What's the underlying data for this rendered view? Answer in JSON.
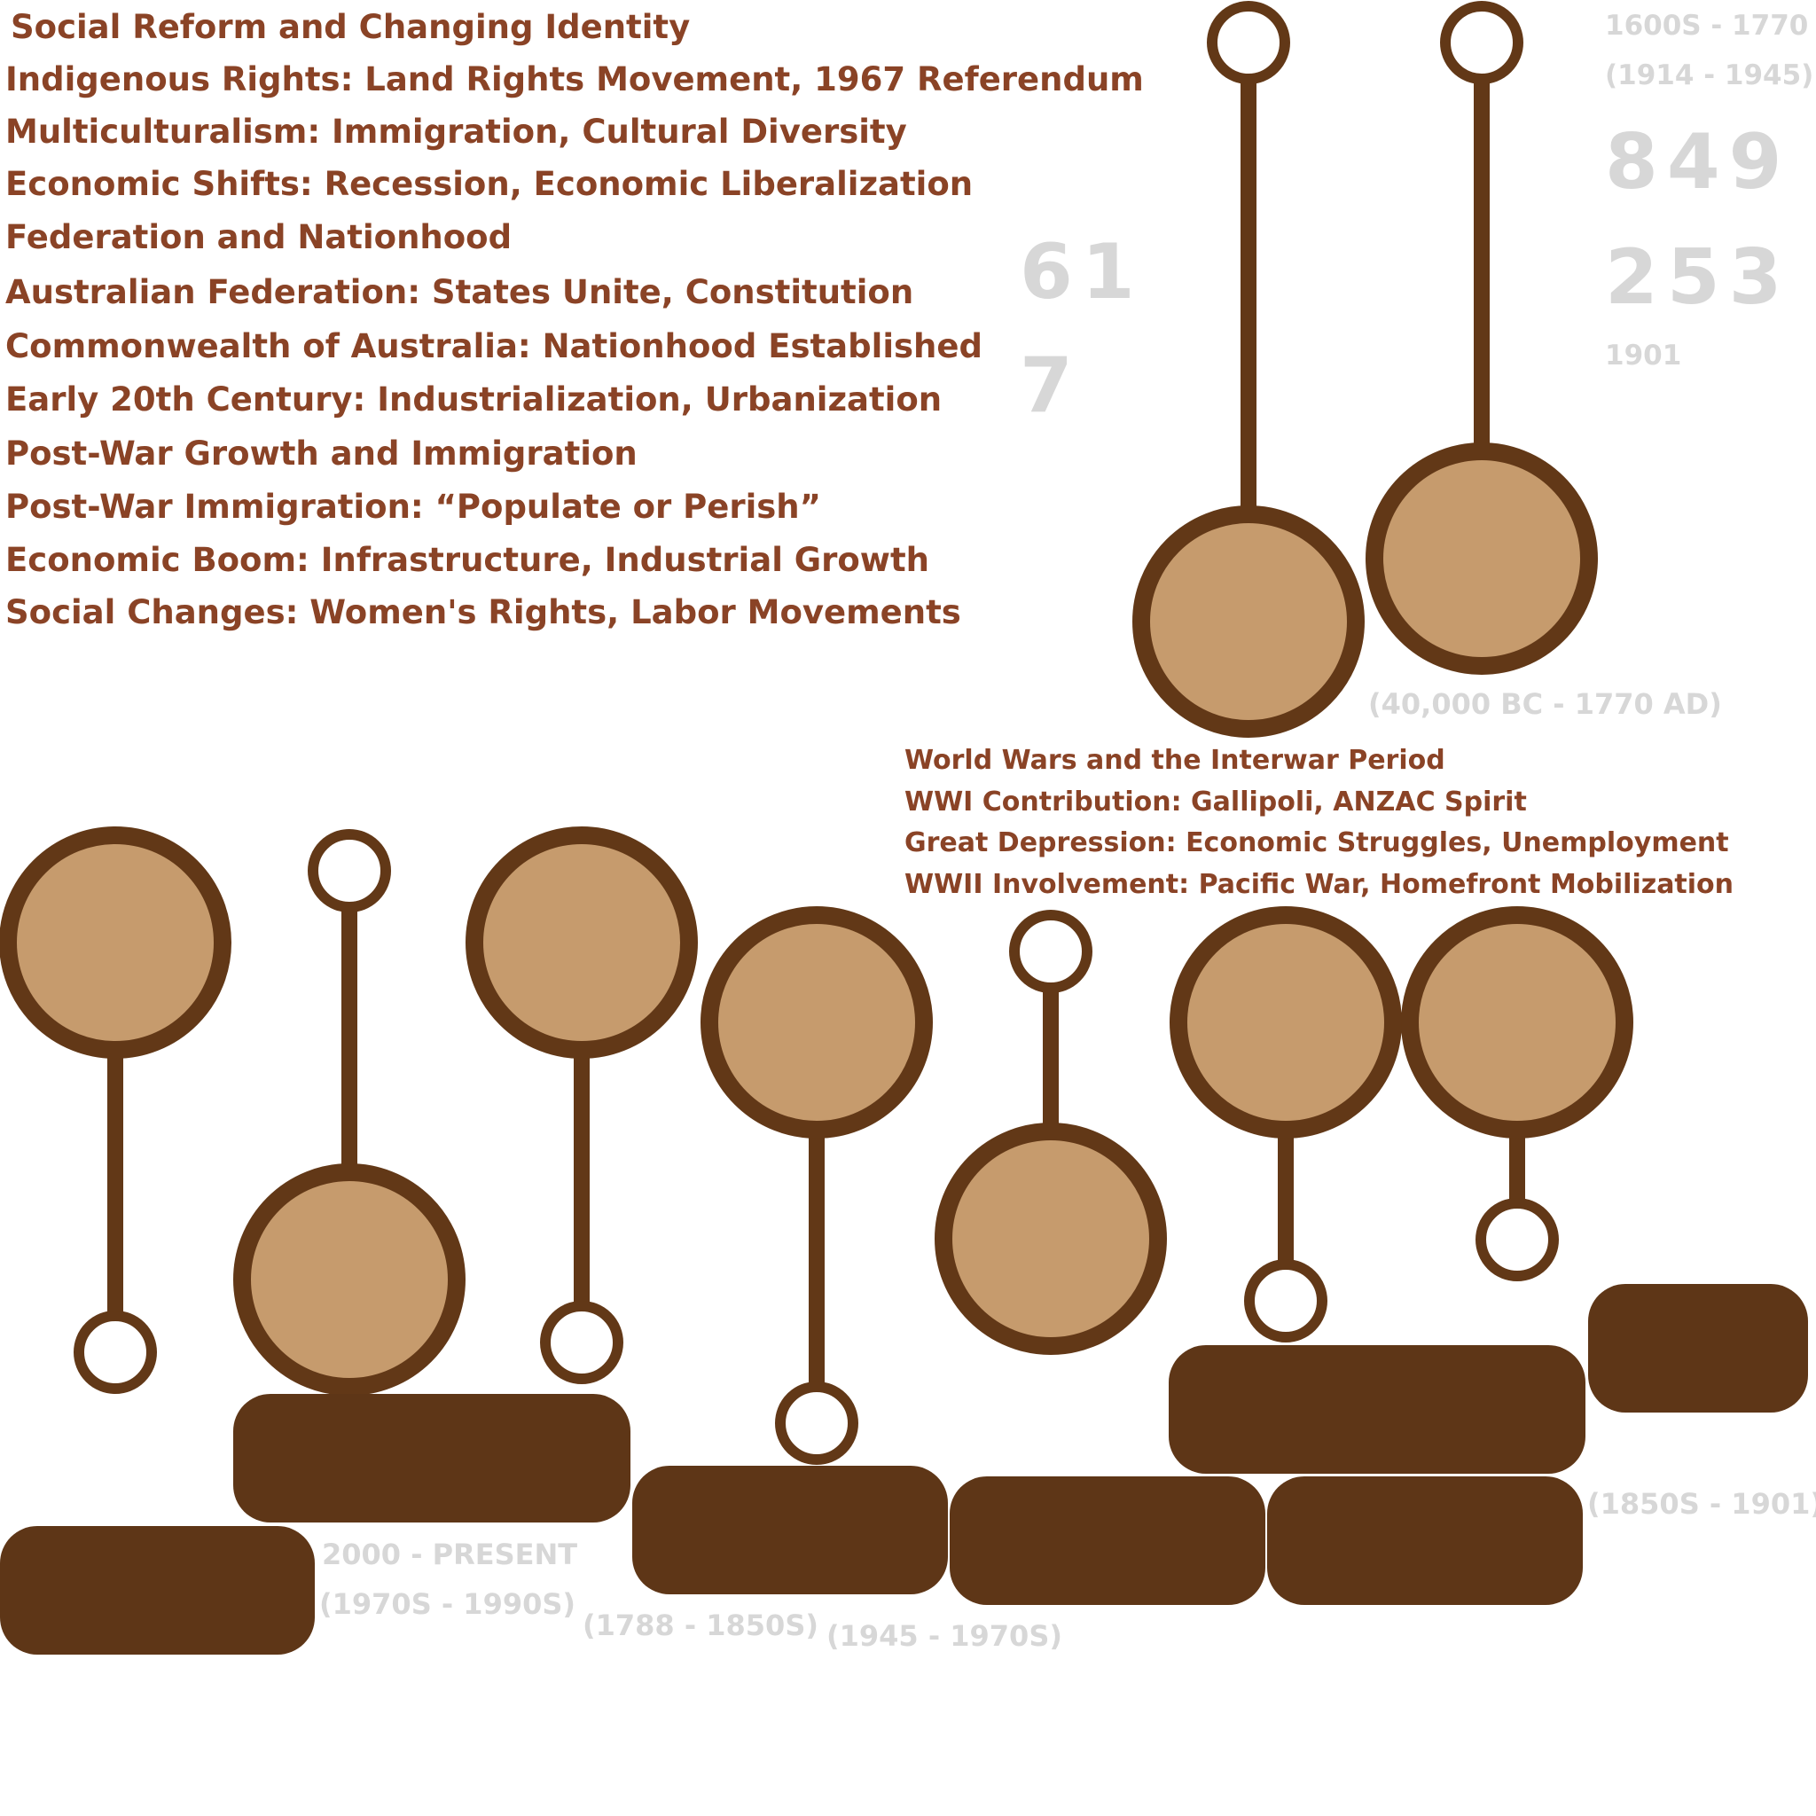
{
  "lists": {
    "social_reform": [
      "Social Reform and Changing Identity",
      "Indigenous Rights: Land Rights Movement, 1967 Referendum",
      "Multiculturalism: Immigration, Cultural Diversity",
      "Economic Shifts: Recession, Economic Liberalization",
      "Federation and Nationhood",
      "Australian Federation: States Unite, Constitution",
      "Commonwealth of Australia: Nationhood Established",
      "Early 20th Century: Industrialization, Urbanization",
      "Post-War Growth and Immigration",
      "Post-War Immigration: “Populate or Perish”",
      "Economic Boom: Infrastructure, Industrial Growth",
      "Social Changes: Women's Rights, Labor Movements"
    ],
    "world_wars": [
      "World Wars and the Interwar Period",
      "WWI Contribution: Gallipoli, ANZAC Spirit",
      "Great Depression: Economic Struggles, Unemployment",
      "WWII Involvement: Pacific War, Homefront Mobilization"
    ]
  },
  "labels": {
    "period_1600s_1770": "1600S - 1770",
    "period_1914_1945": "(1914 - 1945)",
    "num_849": "849",
    "num_253": "253",
    "year_1901": "1901",
    "num_61": "61",
    "num_7": "7",
    "period_40000bc": "(40,000 BC - 1770 AD)",
    "period_2000_present": "2000 - PRESENT",
    "period_1970s_1990s": "(1970S - 1990S)",
    "period_1788_1850s": "(1788 - 1850S)",
    "period_1945_1970s": "(1945 - 1970S)",
    "period_1850s_1901": "(1850S - 1901)"
  },
  "colors": {
    "dark_brown": "#623817",
    "tan": "#c69b6d",
    "text_brown": "#8a4326",
    "label_gray": "#d7d7d7"
  }
}
